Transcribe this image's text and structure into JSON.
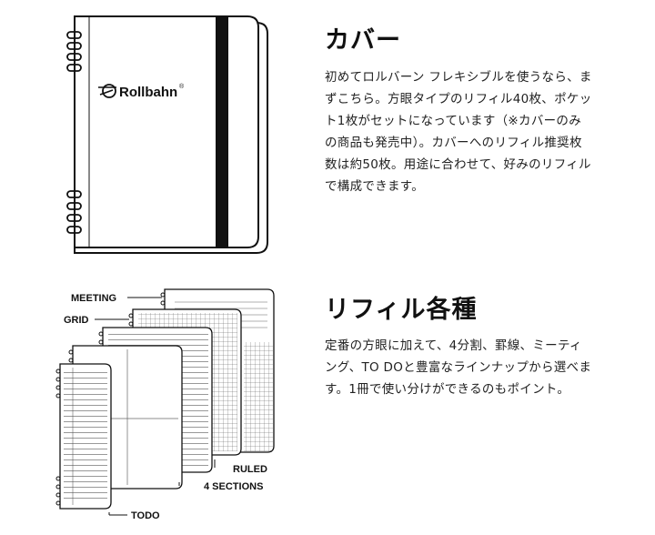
{
  "cover": {
    "brand": "Rollbahn",
    "brand_mark": "®",
    "heading": "カバー",
    "body_lines": [
      "初めてロルバーン フレキシブルを使うなら、ま",
      "ずこちら。方眼タイプのリフィル40枚、ポケッ",
      "ト1枚がセットになっています（※カバーのみ",
      "の商品も発売中）。カバーへのリフィル推奨枚",
      "数は約50枚。用途に合わせて、好みのリフィル",
      "で構成できます。"
    ]
  },
  "refill": {
    "heading": "リフィル各種",
    "labels": {
      "meeting": "MEETING",
      "grid": "GRID",
      "ruled": "RULED",
      "sections": "4 SECTIONS",
      "todo": "TODO"
    },
    "body_lines": [
      "定番の方眼に加えて、4分割、罫線、ミーティ",
      "ング、TO DOと豊富なラインナップから選べま",
      "す。1冊で使い分けができるのもポイント。"
    ]
  },
  "colors": {
    "ink": "#111111",
    "band": "#111111",
    "background": "#ffffff"
  }
}
